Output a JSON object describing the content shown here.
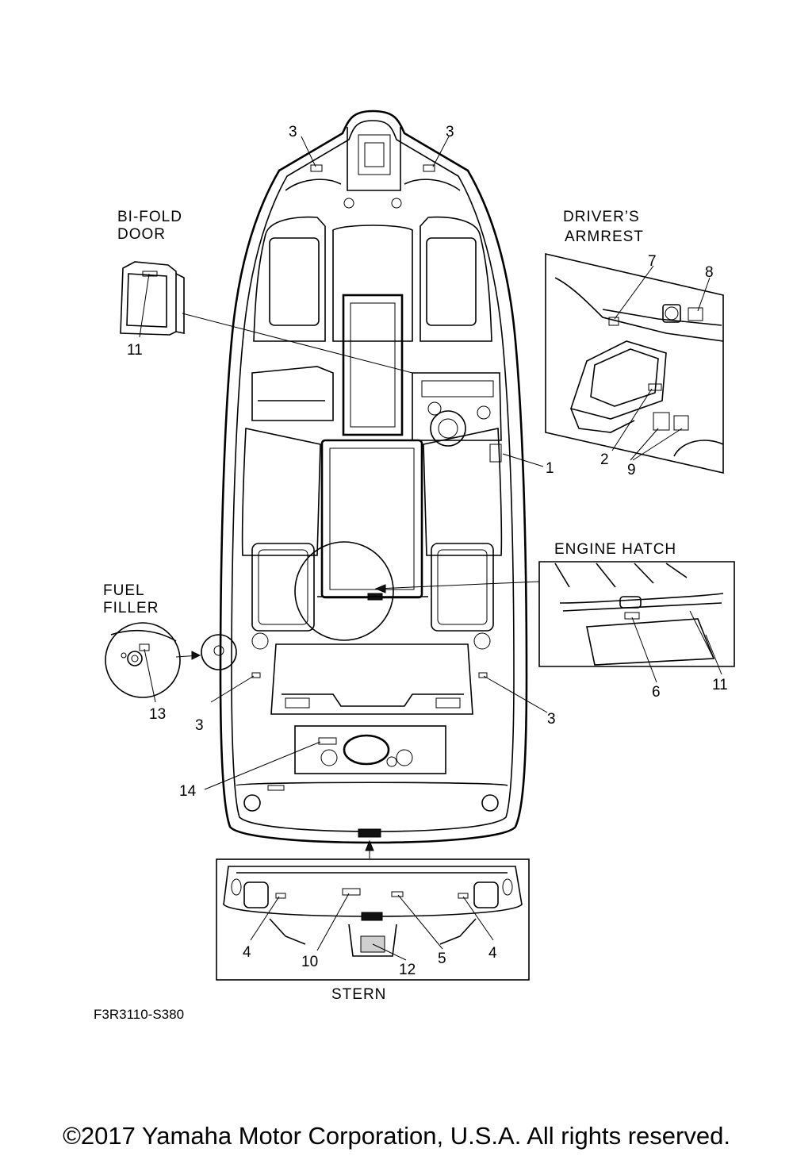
{
  "sections": {
    "bifold_door": [
      "BI-FOLD",
      "DOOR"
    ],
    "drivers_armrest": [
      "DRIVER’S",
      "ARMREST"
    ],
    "engine_hatch": "ENGINE HATCH",
    "fuel_filler": [
      "FUEL",
      "FILLER"
    ],
    "stern": "STERN"
  },
  "callouts": {
    "bow_left": "3",
    "bow_right": "3",
    "bifold": "11",
    "armrest_7": "7",
    "armrest_8": "8",
    "armrest_2": "2",
    "armrest_9": "9",
    "helm_1": "1",
    "hatch_6": "6",
    "hatch_11": "11",
    "fuel_13": "13",
    "aft_left_3": "3",
    "aft_right_3": "3",
    "transom_14": "14",
    "stern_4_left": "4",
    "stern_10": "10",
    "stern_12": "12",
    "stern_5": "5",
    "stern_4_right": "4"
  },
  "diagram_code": "F3R3110-S380",
  "copyright": "©2017 Yamaha Motor Corporation, U.S.A. All rights reserved."
}
